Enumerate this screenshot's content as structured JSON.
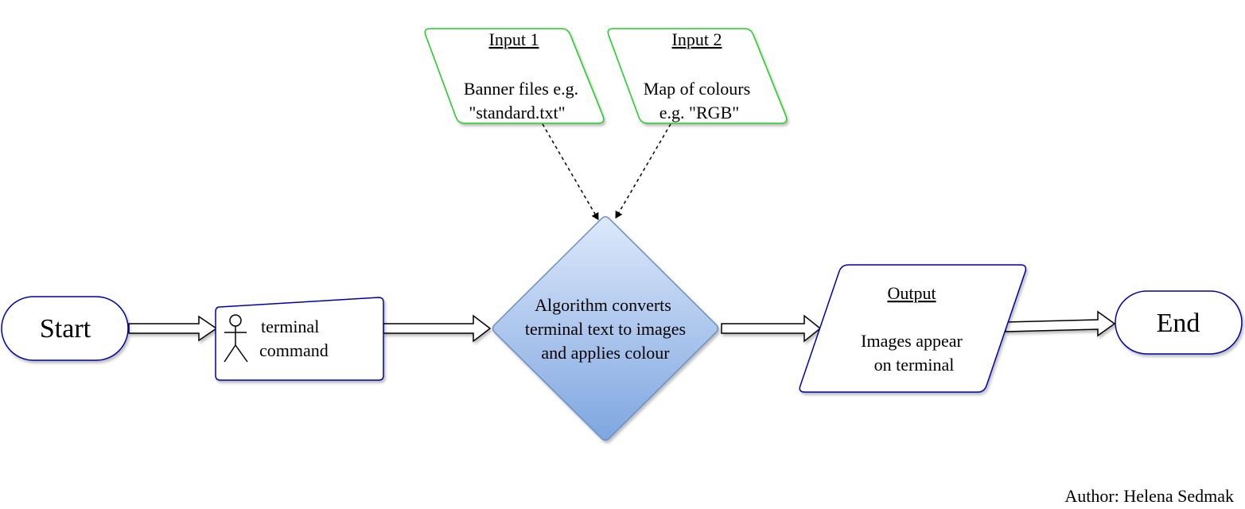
{
  "diagram": {
    "start": {
      "label": "Start"
    },
    "terminal_command": {
      "line1": "terminal",
      "line2": "command"
    },
    "algorithm": {
      "line1": "Algorithm converts",
      "line2": "terminal text to images",
      "line3": "and applies colour"
    },
    "input1": {
      "title": "Input 1",
      "line1": "Banner files e.g.",
      "line2": "\"standard.txt\""
    },
    "input2": {
      "title": "Input 2",
      "line1": "Map of colours",
      "line2": "e.g. \"RGB\""
    },
    "output": {
      "title": "Output",
      "line1": "Images appear",
      "line2": "on terminal"
    },
    "end": {
      "label": "End"
    }
  },
  "author": "Author: Helena Sedmak",
  "colors": {
    "primary_outline": "#0000aa",
    "input_outline": "#22cc22",
    "diamond_top": "#dde8fa",
    "diamond_bottom": "#7ea6e0",
    "diamond_border": "#6c8ebf"
  }
}
